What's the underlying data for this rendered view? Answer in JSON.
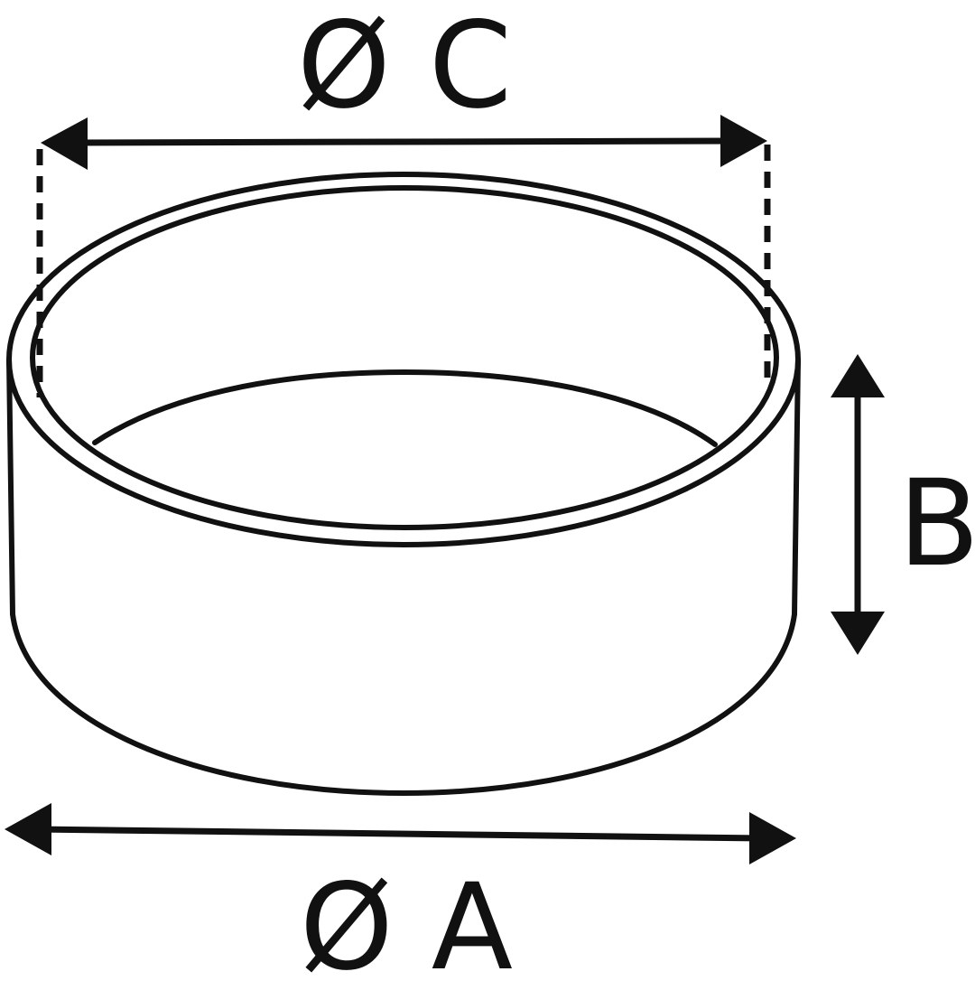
{
  "labels": {
    "diameter_top": "Ø C",
    "height": "B",
    "diameter_bottom": "Ø A"
  },
  "colors": {
    "line": "#111111",
    "background": "#ffffff"
  }
}
